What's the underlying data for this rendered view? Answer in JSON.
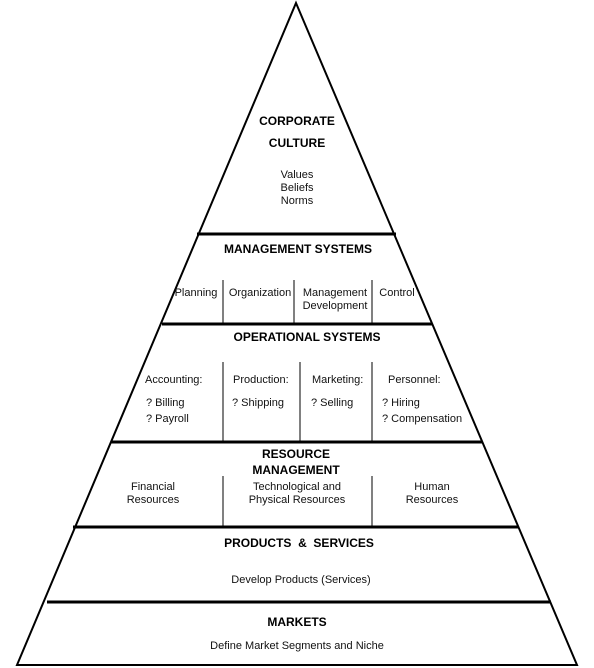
{
  "corporate_culture": {
    "title_line1": "CORPORATE",
    "title_line2": "CULTURE",
    "items": [
      "Values",
      "Beliefs",
      "Norms"
    ]
  },
  "management_systems": {
    "title": "MANAGEMENT SYSTEMS",
    "cells": [
      "Planning",
      "Organization",
      "Management",
      "Development",
      "Control"
    ]
  },
  "operational_systems": {
    "title": "OPERATIONAL SYSTEMS",
    "accounting": {
      "label": "Accounting:",
      "items": [
        "?  Billing",
        "?  Payroll"
      ]
    },
    "production": {
      "label": "Production:",
      "items": [
        "?  Shipping"
      ]
    },
    "marketing": {
      "label": "Marketing:",
      "items": [
        "? Selling"
      ]
    },
    "personnel": {
      "label": "Personnel:",
      "items": [
        "?  Hiring",
        "?  Compensation"
      ]
    }
  },
  "resource_management": {
    "title_line1": "RESOURCE",
    "title_line2": "MANAGEMENT",
    "financial": [
      "Financial",
      "Resources"
    ],
    "technological": [
      "Technological and",
      "Physical Resources"
    ],
    "human": [
      "Human",
      "Resources"
    ]
  },
  "products_services": {
    "title": "PRODUCTS  &  SERVICES",
    "description": "Develop Products (Services)"
  },
  "markets": {
    "title": "MARKETS",
    "description": "Define Market Segments and Niche"
  }
}
